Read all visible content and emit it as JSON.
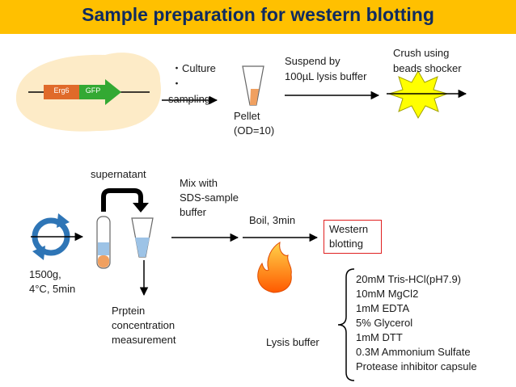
{
  "title": "Sample preparation for western blotting",
  "diagram": {
    "cell_gene": "Erg6",
    "cell_tag": "GFP",
    "culture_label": "・Culture",
    "sampling_bullet": "・",
    "sampling_label": "sampling",
    "pellet_label": "Pellet",
    "pellet_od": "(OD=10)",
    "suspend_line1": "Suspend by",
    "suspend_line2": "100µL lysis buffer",
    "crush_line1": "Crush using",
    "crush_line2": "beads shocker",
    "supernatant_label": "supernatant",
    "centrifuge_line1": "1500g,",
    "centrifuge_line2": "4°C, 5min",
    "mix_line1": "Mix with",
    "mix_line2": "SDS-sample",
    "mix_line3": "buffer",
    "boil_label": "Boil, 3min",
    "western_line1": "Western",
    "western_line2": "blotting",
    "protein_line1": "Prptein",
    "protein_line2": "concentration",
    "protein_line3": "measurement",
    "lysis_label": "Lysis buffer",
    "lysis_components": [
      "20mM Tris-HCl(pH7.9)",
      "10mM MgCl2",
      "1mM EDTA",
      "5% Glycerol",
      "1mM DTT",
      "0.3M Ammonium Sulfate",
      "Protease inhibitor capsule"
    ]
  },
  "colors": {
    "title_bar": "#ffc000",
    "title_text": "#0f2b60",
    "cell_fill": "#fdebc7",
    "gene_box": "#e06a2a",
    "gfp_arrow": "#33a933",
    "pellet": "#f0a060",
    "supernatant": "#9dc3e6",
    "highlight_box": "#e02020",
    "cycle_arrows": "#2e75b6",
    "burst": "#ffff00"
  }
}
